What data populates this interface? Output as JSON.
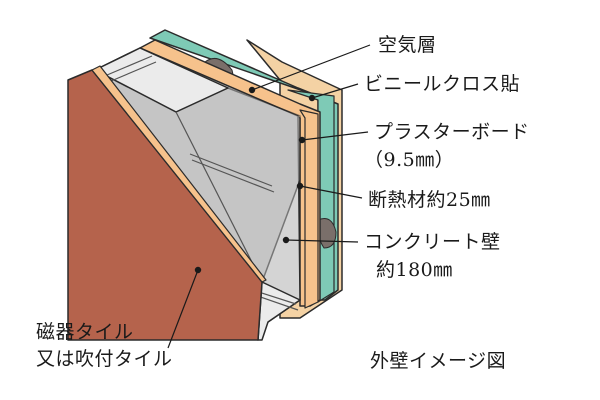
{
  "labels": {
    "air_layer": "空気層",
    "vinyl_cloth": "ビニールクロス貼",
    "plaster_board": "プラスターボード",
    "plaster_board_thickness": "（9.5㎜）",
    "insulation": "断熱材約25㎜",
    "concrete_wall": "コンクリート壁",
    "concrete_thickness": "約180㎜",
    "tile_line1": "磁器タイル",
    "tile_line2": "又は吹付タイル"
  },
  "caption": "外壁イメージ図",
  "colors": {
    "tile": "#b5634c",
    "tile_dark": "#a35640",
    "concrete": "#d4d4d4",
    "concrete_light": "#ebebeb",
    "concrete_dark": "#b9b9b9",
    "insulation": "#f6c28c",
    "plaster_board": "#7ecab6",
    "vinyl_cloth": "#f4d2a4",
    "outline": "#2b2b2b"
  }
}
